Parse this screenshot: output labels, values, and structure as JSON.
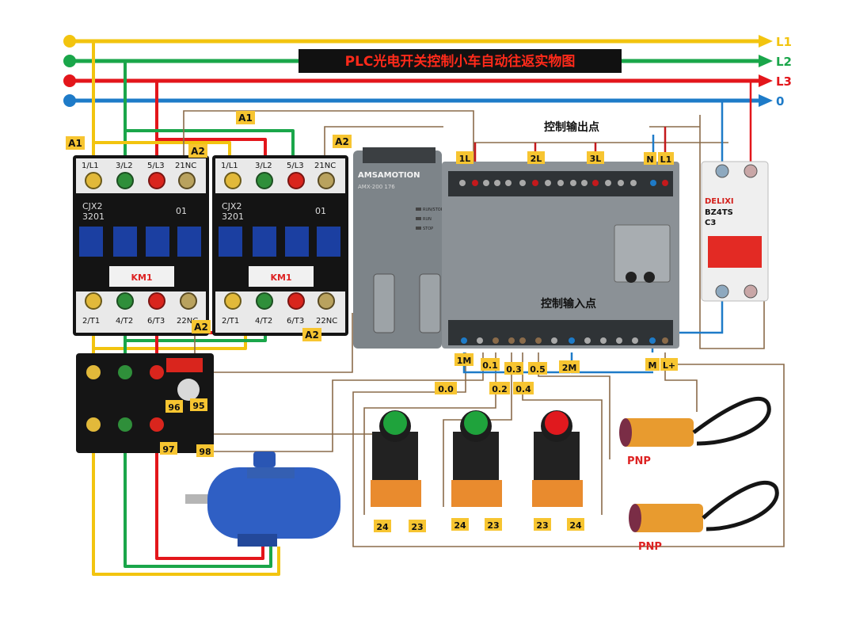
{
  "title": "PLC光电开关控制小车自动往返实物图",
  "bus": {
    "l1": "L1",
    "l2": "L2",
    "l3": "L3",
    "neutral": "0"
  },
  "colors": {
    "l1": "#f2c40f",
    "l2": "#1aa64a",
    "l3": "#e3161b",
    "neutral": "#1e7bc8",
    "plc_body": "#7d8489",
    "contactor_body": "#111111",
    "label_bg": "#f7c531",
    "title_bg": "#111111",
    "title_text": "#ff2a1a"
  },
  "contactor_1": {
    "model_line1": "CJX2",
    "model_line2": "3201",
    "aux": "01",
    "name": "KM1",
    "top_terminals": [
      "1/L1",
      "3/L2",
      "5/L3",
      "21NC"
    ],
    "bottom_terminals": [
      "2/T1",
      "4/T2",
      "6/T3",
      "22NC"
    ]
  },
  "contactor_2": {
    "model_line1": "CJX2",
    "model_line2": "3201",
    "aux": "01",
    "name": "KM1",
    "top_terminals": [
      "1/L1",
      "3/L2",
      "5/L3",
      "21NC"
    ],
    "bottom_terminals": [
      "2/T1",
      "4/T2",
      "6/T3",
      "22NC"
    ]
  },
  "coil_labels": {
    "a1_left": "A1",
    "a2_left_top": "A2",
    "a1_mid": "A1",
    "a2_right_top": "A2",
    "a2_left_bottom": "A2",
    "a2_right_bottom": "A2"
  },
  "plc": {
    "brand": "AMSAMOTION",
    "model": "AMX-200 176",
    "output_title": "控制输出点",
    "input_title": "控制输入点",
    "leds": [
      "RUN/STOP",
      "RUN",
      "STOP"
    ]
  },
  "output_labels": {
    "l1_out": "1L",
    "l2_out": "2L",
    "l3_out": "3L",
    "n": "N",
    "l1": "L1"
  },
  "input_labels": {
    "m1": "1M",
    "i01": "0.1",
    "i03": "0.3",
    "i05": "0.5",
    "m2": "2M",
    "m": "M",
    "lplus": "L+",
    "i00": "0.0",
    "i02": "0.2",
    "i04": "0.4"
  },
  "breaker": {
    "brand": "DELIXI",
    "model": "BZ4TS",
    "rating": "C3"
  },
  "thermal_relay": {
    "terminal_96": "96",
    "terminal_95": "95",
    "terminal_97": "97",
    "terminal_98": "98"
  },
  "buttons": [
    {
      "color": "#1fa33c",
      "left_terminal": "24",
      "right_terminal": "23"
    },
    {
      "color": "#1fa33c",
      "left_terminal": "24",
      "right_terminal": "23"
    },
    {
      "color": "#e0191e",
      "left_terminal": "23",
      "right_terminal": "24"
    }
  ],
  "sensors": [
    {
      "label": "PNP"
    },
    {
      "label": "PNP"
    }
  ]
}
